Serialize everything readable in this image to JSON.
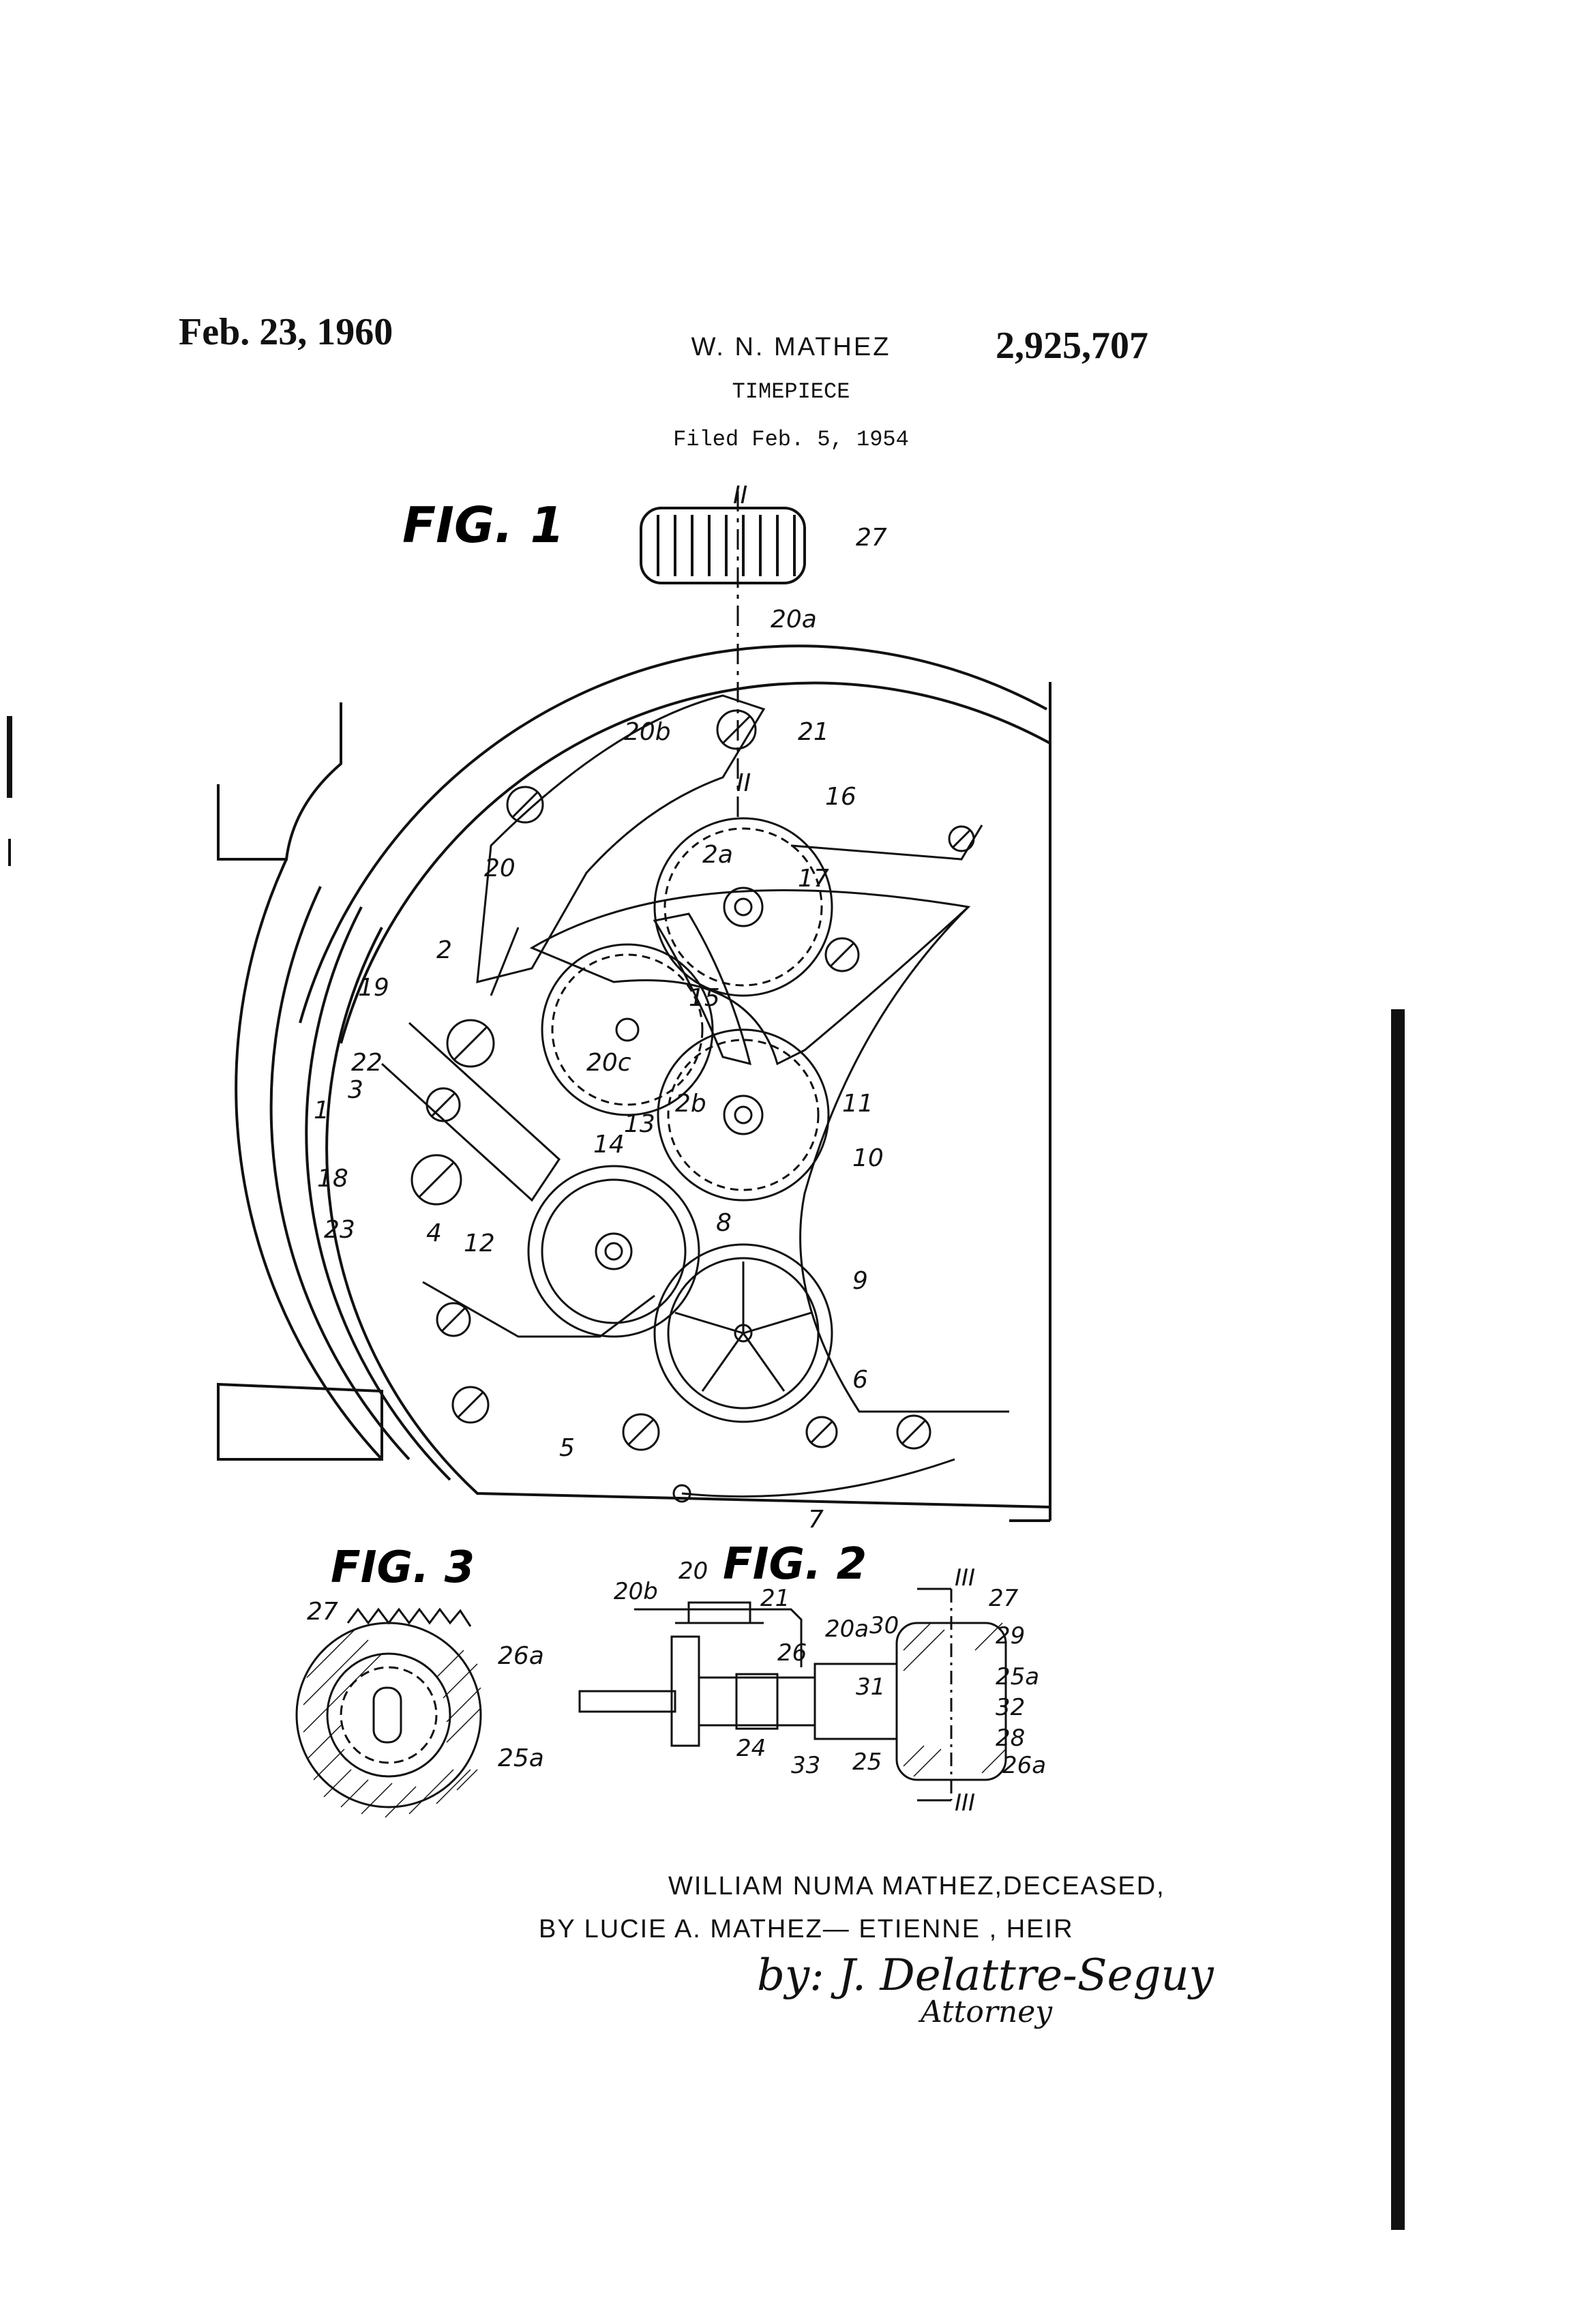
{
  "header": {
    "date": "Feb. 23, 1960",
    "inventor": "W. N. MATHEZ",
    "title": "TIMEPIECE",
    "filed": "Filed Feb. 5, 1954",
    "patent_number": "2,925,707"
  },
  "figures": {
    "fig1": {
      "label": "FIG. 1",
      "refs": [
        "II",
        "27",
        "20a",
        "21",
        "20b",
        "II",
        "16",
        "20",
        "2a",
        "17",
        "2",
        "15",
        "19",
        "20c",
        "22",
        "3",
        "13",
        "2b",
        "11",
        "1",
        "14",
        "10",
        "18",
        "23",
        "4",
        "12",
        "8",
        "9",
        "6",
        "5",
        "7"
      ]
    },
    "fig2": {
      "label": "FIG. 2",
      "refs": [
        "20",
        "20b",
        "21",
        "III",
        "27",
        "20a",
        "30",
        "29",
        "26",
        "25a",
        "31",
        "32",
        "24",
        "28",
        "33",
        "25",
        "26a",
        "III"
      ]
    },
    "fig3": {
      "label": "FIG. 3",
      "refs": [
        "27",
        "26a",
        "25a"
      ]
    }
  },
  "signature": {
    "line1": "WILLIAM NUMA MATHEZ,DECEASED,",
    "line2": "BY LUCIE A. MATHEZ— ETIENNE , HEIR",
    "handwritten": "by: J. Delattre-Seguy",
    "role": "Attorney"
  }
}
